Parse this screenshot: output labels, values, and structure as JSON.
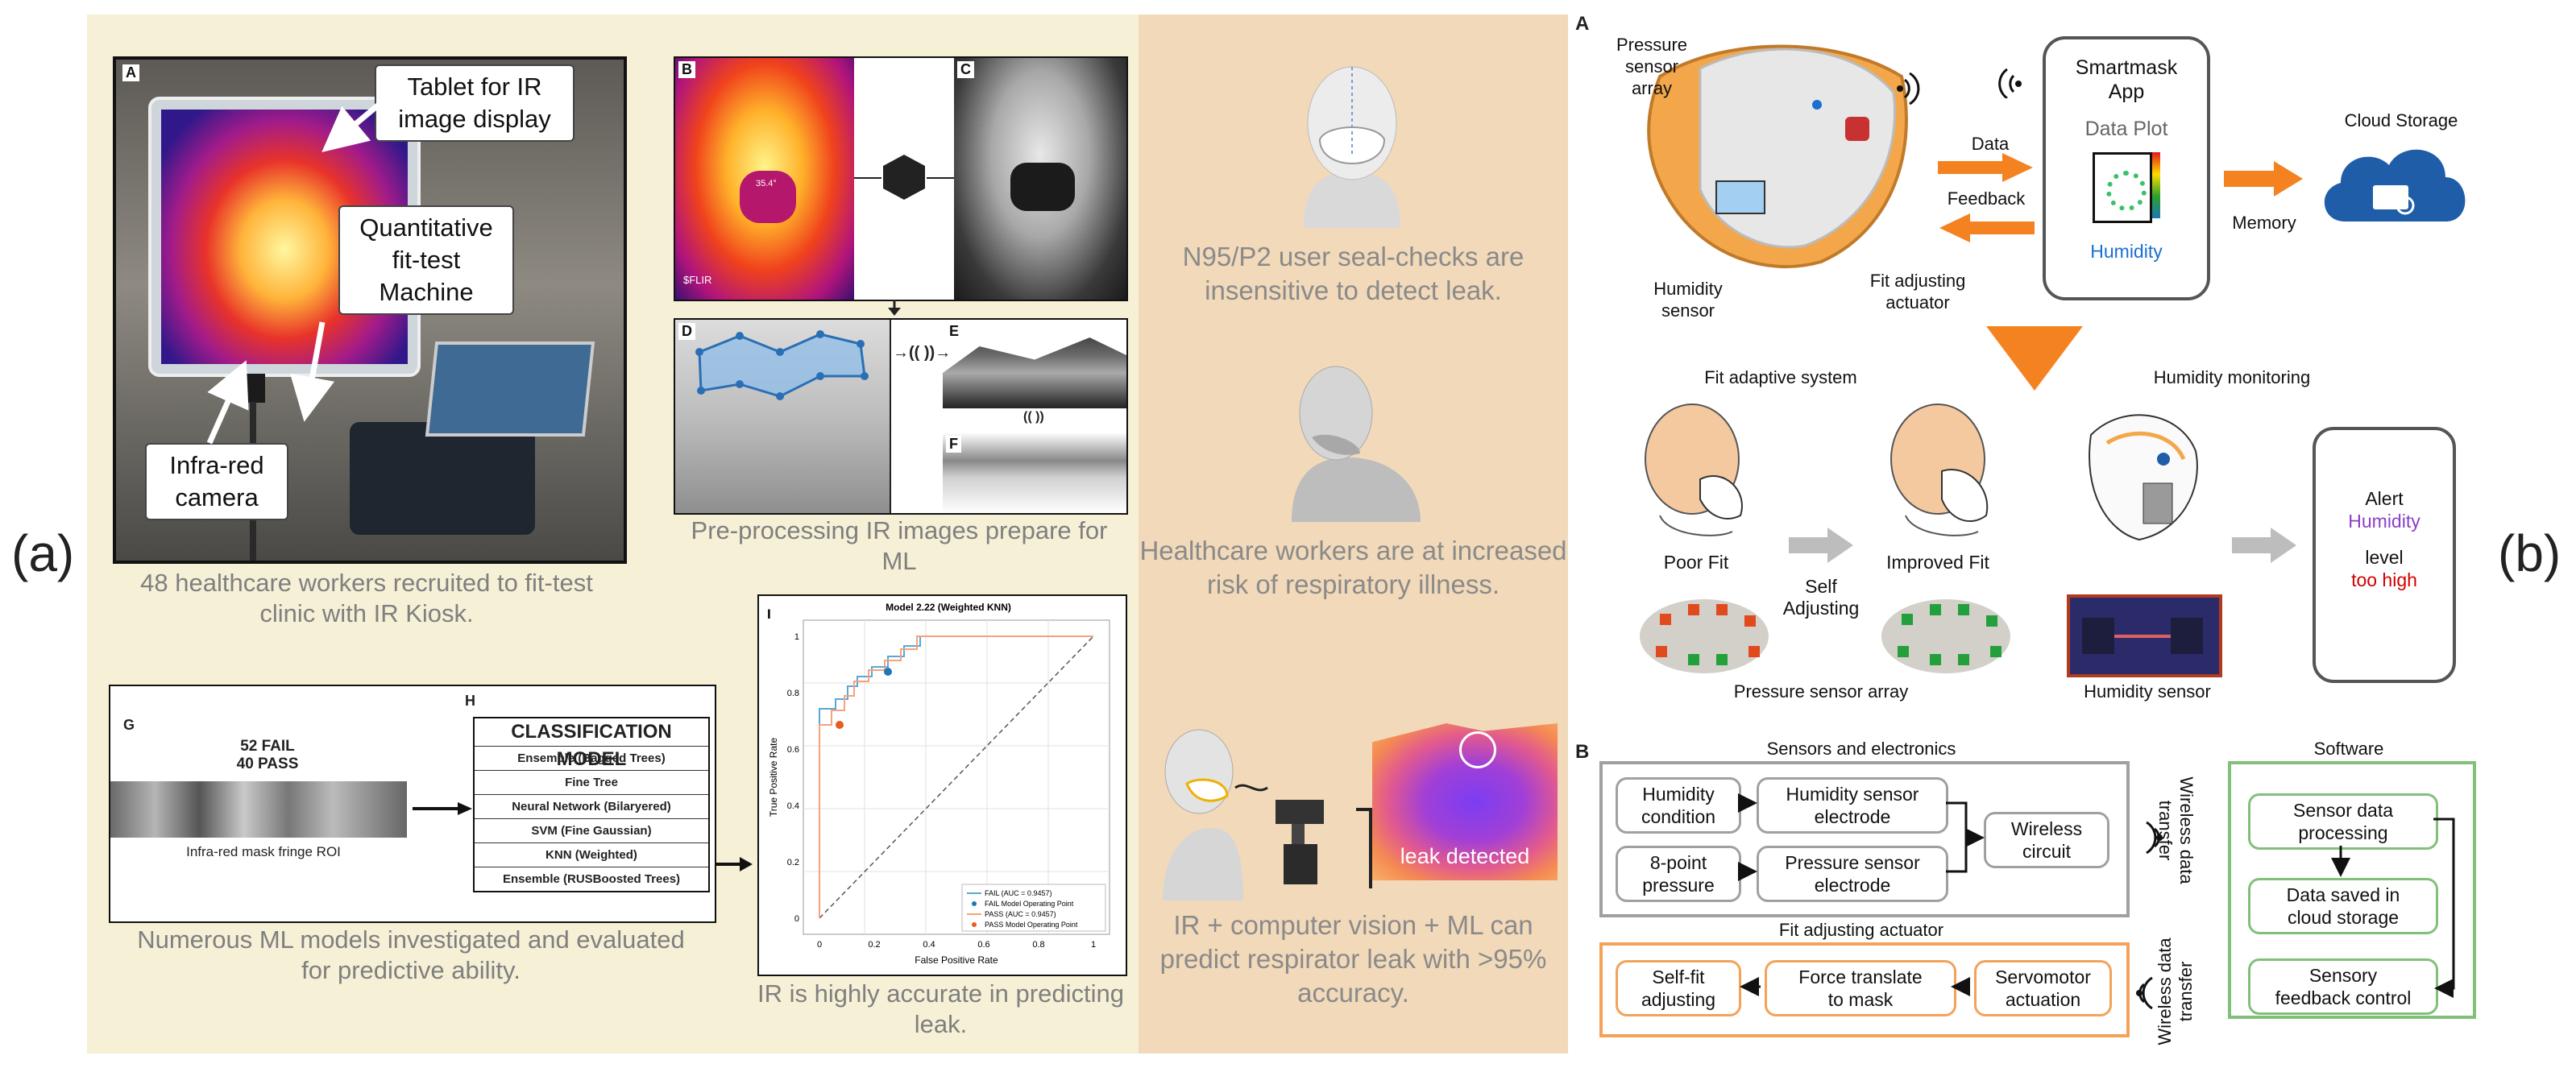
{
  "figure_labels": {
    "a": "(a)",
    "b": "(b)"
  },
  "panel_a": {
    "photo_A": {
      "letter": "A",
      "callout_tablet": "Tablet for IR\nimage display",
      "callout_machine": "Quantitative\nfit-test\nMachine",
      "callout_camera": "Infra-red\ncamera",
      "caption": "48 healthcare workers recruited to fit-test clinic with IR Kiosk."
    },
    "preprocess": {
      "letters": [
        "B",
        "C",
        "D",
        "E",
        "F"
      ],
      "flir_label": "$FLIR",
      "temp_label": "35.4°",
      "caption": "Pre-processing IR images prepare for ML"
    },
    "ml_models": {
      "letter_g": "G",
      "fail_count": "52 FAIL",
      "pass_count": "40 PASS",
      "roi_label": "Infra-red mask fringe ROI",
      "letter_h": "H",
      "table_header": "CLASSIFICATION MODEL",
      "models": [
        "Ensemble (Bagged Trees)",
        "Fine Tree",
        "Neural Network (Bilaryered)",
        "SVM (Fine Gaussian)",
        "KNN (Weighted)",
        "Ensemble (RUSBoosted Trees)"
      ],
      "caption": "Numerous ML models investigated and evaluated for predictive ability."
    },
    "roc": {
      "letter": "I",
      "title": "Model 2.22 (Weighted KNN)",
      "xlabel": "False Positive Rate",
      "ylabel": "True Positive Rate",
      "x_ticks": [
        "0",
        "0.2",
        "0.4",
        "0.6",
        "0.8",
        "1"
      ],
      "y_ticks": [
        "0",
        "0.2",
        "0.4",
        "0.6",
        "0.8",
        "1"
      ],
      "legend": [
        "FAIL (AUC = 0.9457)",
        "FAIL Model Operating Point",
        "PASS (AUC = 0.9457)",
        "PASS Model Operating Point"
      ],
      "caption": "IR is highly accurate in predicting leak."
    }
  },
  "panel_mid": {
    "caption1": "N95/P2 user seal-checks are insensitive to detect leak.",
    "caption2": "Healthcare workers are at increased risk of respiratory illness.",
    "leak_label": "leak detected",
    "caption3": "IR + computer vision + ML can predict respirator leak with >95% accuracy."
  },
  "panel_b": {
    "letter_a": "A",
    "letter_b": "B",
    "pressure_sensor_array": "Pressure\nsensor array",
    "humidity_sensor": "Humidity\nsensor",
    "fit_adjusting_actuator": "Fit adjusting\nactuator",
    "data": "Data",
    "feedback": "Feedback",
    "app_title": "Smartmask\nApp",
    "data_plot": "Data Plot",
    "humidity_app": "Humidity",
    "memory": "Memory",
    "cloud_storage": "Cloud Storage",
    "fit_adaptive_system": "Fit adaptive system",
    "humidity_monitoring": "Humidity  monitoring",
    "poor_fit": "Poor Fit",
    "self_adjusting": "Self\nAdjusting",
    "improved_fit": "Improved Fit",
    "pressure_sensor_array_bottom": "Pressure sensor array",
    "humidity_sensor_bottom": "Humidity  sensor",
    "alert": "Alert",
    "alert_humidity": "Humidity",
    "alert_level": "level",
    "alert_too_high": "too high",
    "sensors_and_electronics": "Sensors and electronics",
    "humidity_condition": "Humidity\ncondition",
    "eight_point_pressure": "8-point\npressure",
    "humidity_sensor_electrode": "Humidity sensor\nelectrode",
    "pressure_sensor_electrode": "Pressure sensor\nelectrode",
    "wireless_circuit": "Wireless\ncircuit",
    "wireless_data_transfer": "Wireless data\ntransfer",
    "software": "Software",
    "sensor_data_processing": "Sensor data\nprocessing",
    "data_saved": "Data saved in\ncloud storage",
    "sensory_feedback": "Sensory\nfeedback control",
    "fit_adjusting_actuator_title": "Fit adjusting actuator",
    "self_fit_adjusting": "Self-fit\nadjusting",
    "force_translate": "Force translate\nto mask",
    "servomotor": "Servomotor\nactuation",
    "colors": {
      "orange": "#f58220",
      "green": "#82c07a",
      "grey": "#a0a0a0",
      "humidity_blue": "#1a6fd1",
      "purple": "#8b3fc9",
      "red": "#d00000"
    }
  }
}
